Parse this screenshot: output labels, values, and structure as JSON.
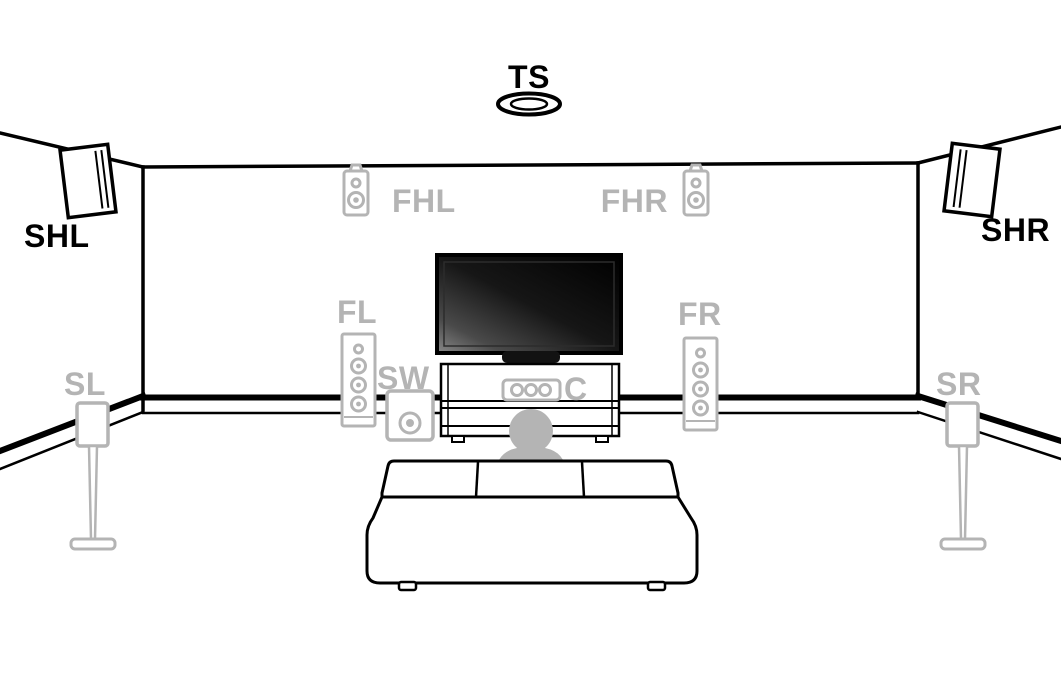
{
  "colors": {
    "active": "#000000",
    "inactive": "#b4b4b4",
    "background": "#ffffff"
  },
  "labels": {
    "ts": "TS",
    "shl": "SHL",
    "shr": "SHR",
    "fhl": "FHL",
    "fhr": "FHR",
    "fl": "FL",
    "fr": "FR",
    "sw": "SW",
    "c": "C",
    "sl": "SL",
    "sr": "SR"
  },
  "speakers": [
    {
      "label": "TS",
      "state": "active"
    },
    {
      "label": "SHL",
      "state": "active"
    },
    {
      "label": "SHR",
      "state": "active"
    },
    {
      "label": "FHL",
      "state": "inactive"
    },
    {
      "label": "FHR",
      "state": "inactive"
    },
    {
      "label": "FL",
      "state": "inactive"
    },
    {
      "label": "FR",
      "state": "inactive"
    },
    {
      "label": "SW",
      "state": "inactive"
    },
    {
      "label": "C",
      "state": "inactive"
    },
    {
      "label": "SL",
      "state": "inactive"
    },
    {
      "label": "SR",
      "state": "inactive"
    }
  ]
}
